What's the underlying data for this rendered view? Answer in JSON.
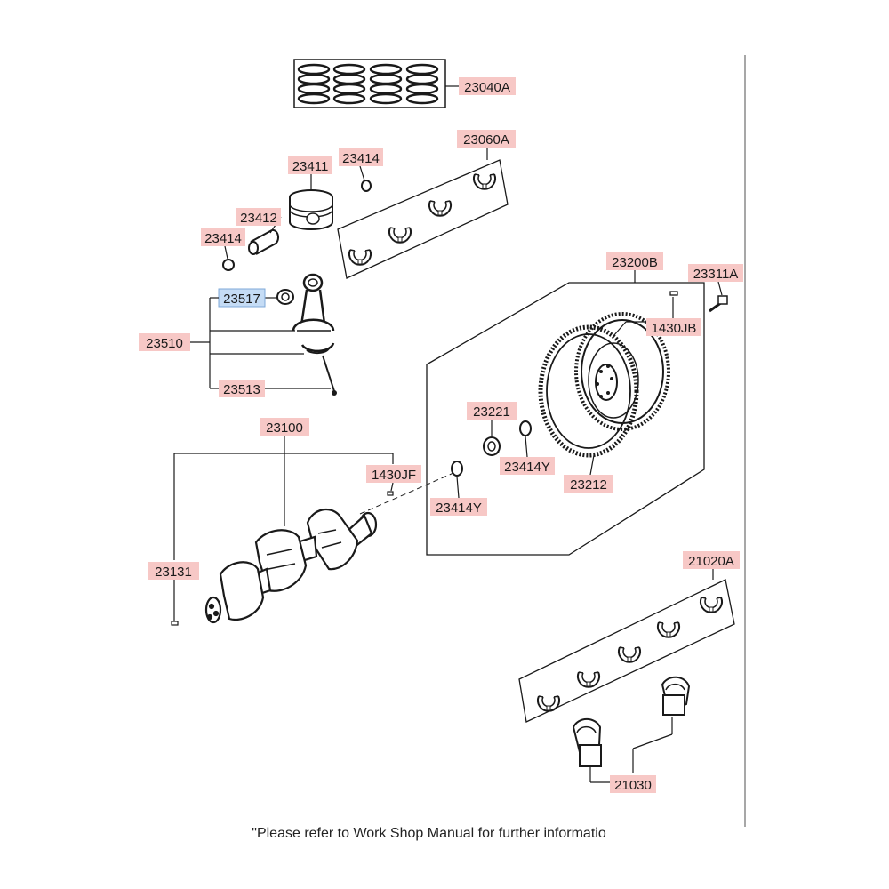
{
  "colors": {
    "label_bg": "#f7c8c6",
    "label_bg_selected": "#c5dcf5",
    "line": "#1a1a1a"
  },
  "labels": {
    "p23040A": "23040A",
    "p23060A": "23060A",
    "p23411": "23411",
    "p23414_top": "23414",
    "p23412": "23412",
    "p23414_left": "23414",
    "p23517": "23517",
    "p23510": "23510",
    "p23513": "23513",
    "p23200B": "23200B",
    "p23311A": "23311A",
    "p1430JB": "1430JB",
    "p23221": "23221",
    "p23414Y_right": "23414Y",
    "p23212": "23212",
    "p23100": "23100",
    "p1430JF": "1430JF",
    "p23414Y_mid": "23414Y",
    "p23131": "23131",
    "p21020A": "21020A",
    "p21030": "21030"
  },
  "selected_part": "23517",
  "footer_note": "\"Please refer to Work Shop Manual for further informatio"
}
